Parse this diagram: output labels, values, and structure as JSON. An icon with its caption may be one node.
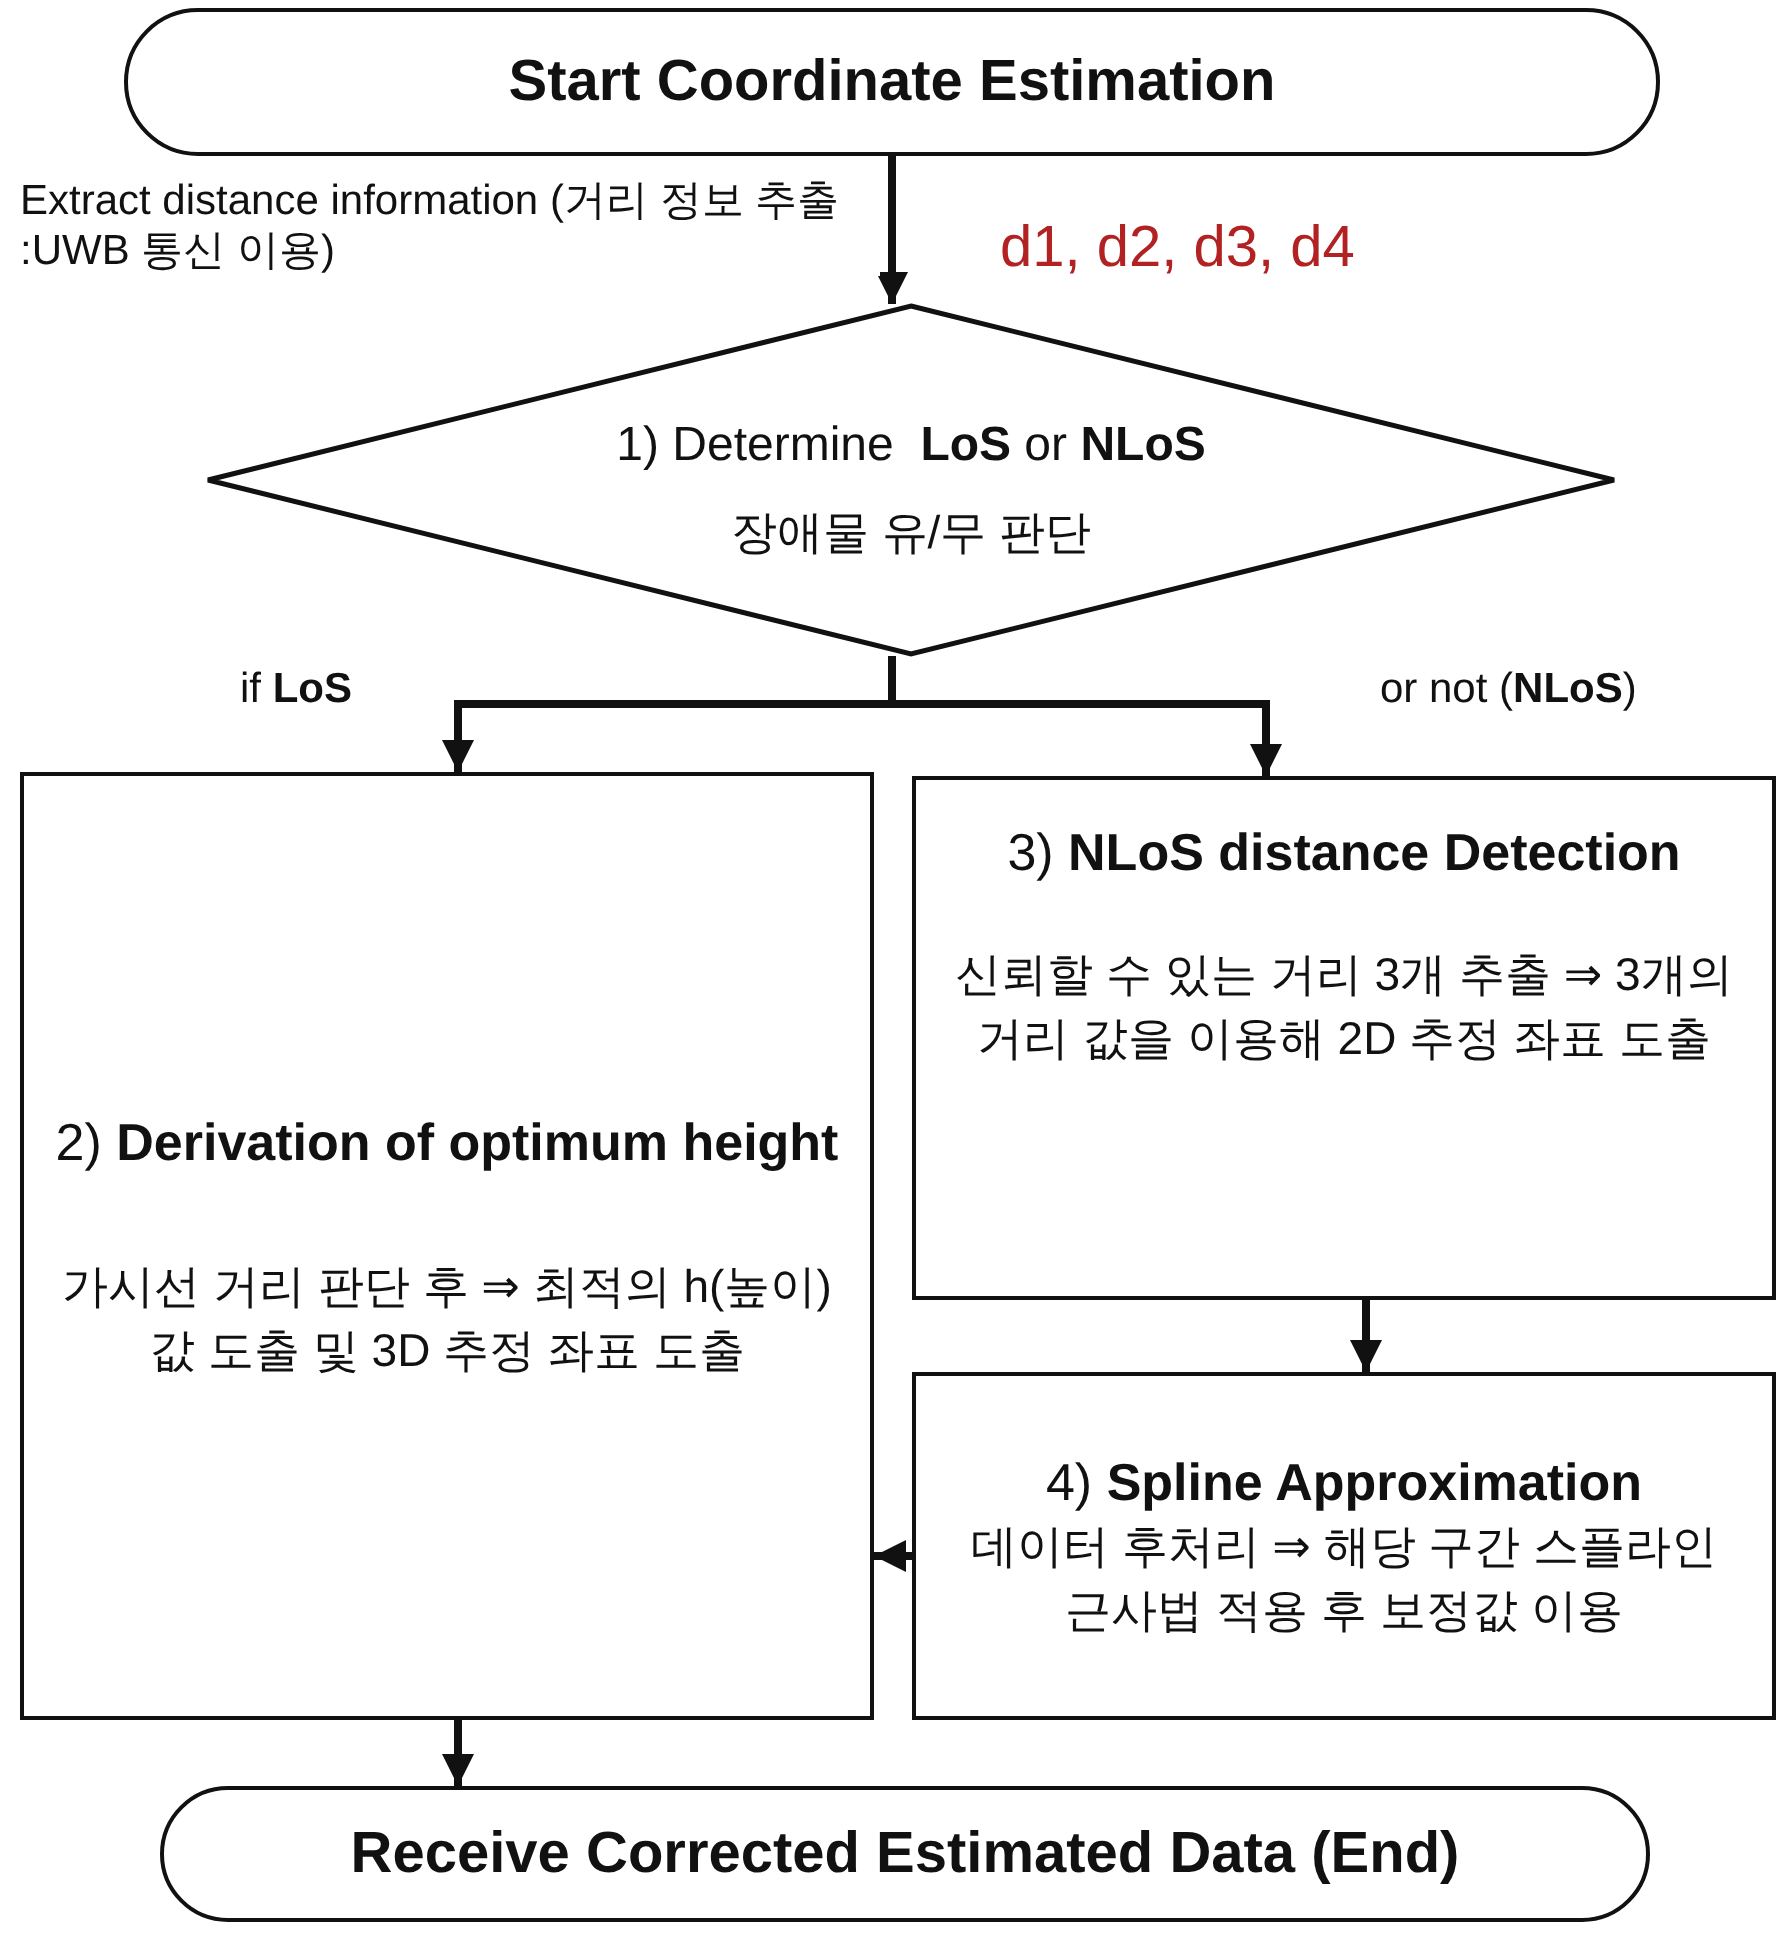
{
  "diagram": {
    "nodes": [
      {
        "text": [
          "Start Coordinate Estimation"
        ]
      },
      {
        "text": [
          "1) Determine  **LoS** or **NLoS**",
          "장애물 유/무 판단"
        ]
      },
      {
        "text": [
          "2) **Derivation of optimum height**",
          "가시선 거리 판단 후 ⇒ 최적의 h(높이) 값 도출 및 3D 추정 좌표 도출"
        ]
      },
      {
        "text": [
          "3) **NLoS distance Detection**",
          "신뢰할 수 있는 거리 3개 추출 ⇒ 3개의 거리 값을 이용해 2D 추정 좌표 도출"
        ]
      },
      {
        "text": [
          "4) **Spline Approximation**",
          "데이터 후처리 ⇒ 해당 구간 스플라인 근사법 적용 후 보정값 이용"
        ]
      },
      {
        "text": [
          "Receive Corrected Estimated Data (End)"
        ]
      }
    ],
    "edges": [
      {
        "from": 0,
        "to": 1,
        "arrow": "to",
        "label": "Extract distance information (거리 정보 추출 :UWB 통신 이용)"
      },
      {
        "from": 1,
        "to": 2,
        "arrow": "to",
        "label": "if **LoS**"
      },
      {
        "from": 1,
        "to": 3,
        "arrow": "to",
        "label": "or not (**NLoS**)"
      },
      {
        "from": 3,
        "to": 4,
        "arrow": "to"
      },
      {
        "from": 4,
        "to": 2,
        "arrow": "to"
      },
      {
        "from": 2,
        "to": 5,
        "arrow": "to"
      }
    ],
    "labels": [
      "d1, d2, d3, d4"
    ]
  }
}
